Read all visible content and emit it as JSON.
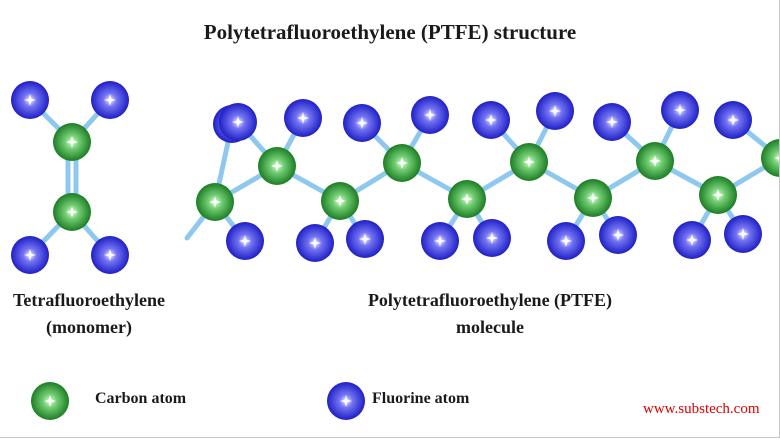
{
  "title": "Polytetrafluoroethylene (PTFE) structure",
  "monomer_label": {
    "line1": "Tetrafluoroethylene",
    "line2": "(monomer)"
  },
  "polymer_label": {
    "line1": "Polytetrafluoroethylene  (PTFE)",
    "line2": "molecule"
  },
  "legend": {
    "carbon": "Carbon atom",
    "fluorine": "Fluorine atom"
  },
  "website": "www.substech.com",
  "colors": {
    "carbon": "#2e9a36",
    "fluorine": "#2a2ae0",
    "bond": "#8ec8ee",
    "website": "#e00000"
  }
}
